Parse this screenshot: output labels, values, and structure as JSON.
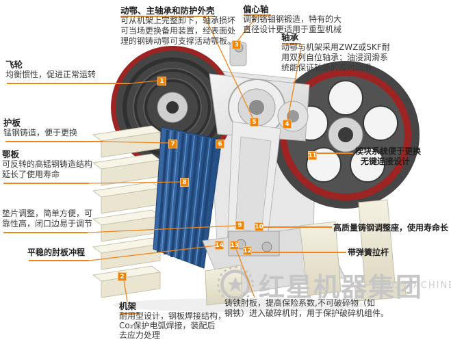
{
  "colors": {
    "accent": "#f08300",
    "flywheel_red": "#9e2323",
    "jaw_blue": "#2d5c97",
    "watermark_gray": "#c6c6c6"
  },
  "callouts": {
    "moving_jaw": {
      "title": "动鄂、主轴承和防护外壳",
      "lines": [
        "可从机架上完整卸下，轴承损坏",
        "可当场更换备用装置，经表面处",
        "理的钢铸动鄂可支撑活动鄂板。"
      ]
    },
    "eccentric_shaft": {
      "title": "偏心轴",
      "lines": [
        "调制铬钼钢锻造，特有的大",
        "直径设计更适用于重型机械"
      ]
    },
    "bearing": {
      "title": "轴承",
      "lines": [
        "动鄂与机架采用ZWZ或SKF耐",
        "用双列自位轴承；油浸润滑系",
        "统能保证轴承的及时润滑"
      ]
    },
    "flywheel": {
      "title": "飞轮",
      "lines": [
        "均衡惯性，促进正常运转"
      ]
    },
    "guard_plate": {
      "title": "护板",
      "lines": [
        "锰钢铸造，便于更换"
      ]
    },
    "jaw_plate": {
      "title": "鄂板",
      "lines": [
        "可反转的高锰钢铸造结构",
        "延长了使用寿命"
      ]
    },
    "shim_adjustment": {
      "lines": [
        "垫片调整，简单方便，可",
        "靠性高，闭口边易于调节"
      ]
    },
    "toggle_stroke": {
      "lines": [
        "平稳的肘板冲程"
      ]
    },
    "wedge_system": {
      "lines": [
        "楔块系统便于更换",
        "无键连接设计"
      ]
    },
    "adjusting_seat": {
      "lines": [
        "高质量铸钢调整座，使用寿命长"
      ]
    },
    "spring_rod": {
      "lines": [
        "带弹簧拉杆"
      ]
    },
    "frame": {
      "title": "机架",
      "lines": [
        "耐用型设计，钢板焊接结构，",
        "Co₂保护电弧焊接，装配后",
        "去应力处理"
      ]
    },
    "toggle_plate": {
      "lines": [
        "铸铁肘板，提高保险系数,不可破碎物（如",
        "钢铁）进入破碎机时，用于保护破碎机组件。"
      ]
    }
  },
  "markers": [
    "1",
    "2",
    "3",
    "4",
    "5",
    "6",
    "7",
    "8",
    "9",
    "10",
    "11",
    "12",
    "13",
    "14"
  ],
  "watermark": {
    "brand": "红星机器集团",
    "brand_en": "HXJQ MACHINERY GROUP"
  }
}
